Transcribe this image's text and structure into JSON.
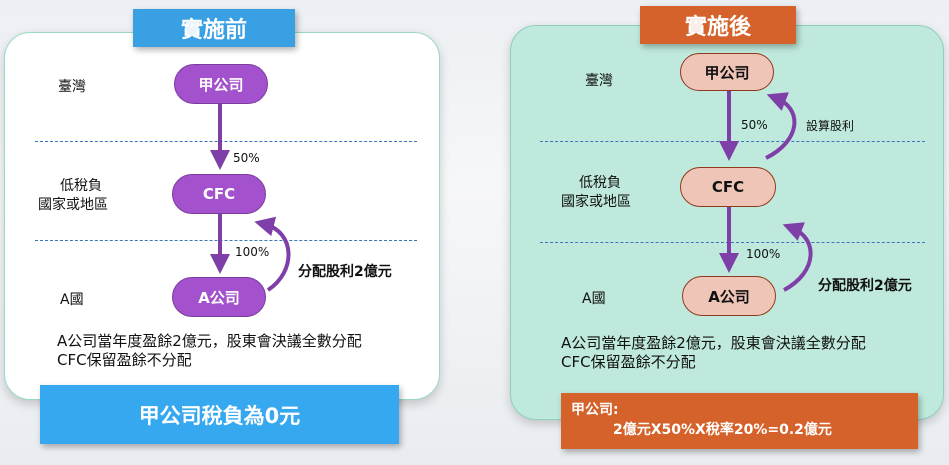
{
  "before": {
    "title": "實施前",
    "region_taiwan": "臺灣",
    "region_low_tax_line1": "低稅負",
    "region_low_tax_line2": "國家或地區",
    "region_a": "A國",
    "node_parent": "甲公司",
    "node_cfc": "CFC",
    "node_a": "A公司",
    "pct_parent_cfc": "50%",
    "pct_cfc_a": "100%",
    "dividend_label": "分配股利2億元",
    "note_line1": "A公司當年度盈餘2億元，股東會決議全數分配",
    "note_line2": "CFC保留盈餘不分配",
    "result": "甲公司稅負為0元"
  },
  "after": {
    "title": "實施後",
    "region_taiwan": "臺灣",
    "region_low_tax_line1": "低稅負",
    "region_low_tax_line2": "國家或地區",
    "region_a": "A國",
    "node_parent": "甲公司",
    "node_cfc": "CFC",
    "node_a": "A公司",
    "pct_parent_cfc": "50%",
    "pct_cfc_a": "100%",
    "deemed_dividend_label": "設算股利",
    "dividend_label": "分配股利2億元",
    "note_line1": "A公司當年度盈餘2億元，股東會決議全數分配",
    "note_line2": "CFC保留盈餘不分配",
    "result_line1": "甲公司:",
    "result_line2": "2億元X50%X稅率20%=0.2億元"
  },
  "colors": {
    "tab_before": "#3aa0e4",
    "tab_after": "#d4622a",
    "node_before": "#a351cc",
    "node_after": "#efc5b7",
    "arrow": "#7e3fa8"
  }
}
